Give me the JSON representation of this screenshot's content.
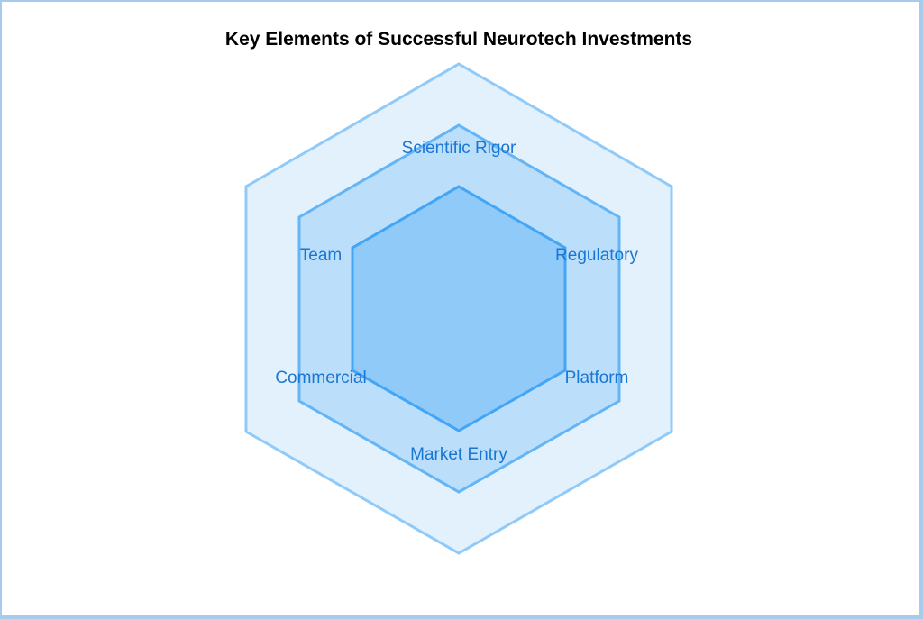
{
  "title": "Key Elements of Successful Neurotech Investments",
  "labels": [
    "Scientific Rigor",
    "Regulatory",
    "Platform",
    "Market Entry",
    "Commercial",
    "Team"
  ],
  "colors": {
    "outer_fill": "#e3f1fd",
    "outer_stroke": "#90caf9",
    "middle_fill": "#bbdefb",
    "middle_stroke": "#64b5f6",
    "inner_fill": "#90caf9",
    "inner_stroke": "#42a5f5",
    "label": "#1976d2"
  }
}
